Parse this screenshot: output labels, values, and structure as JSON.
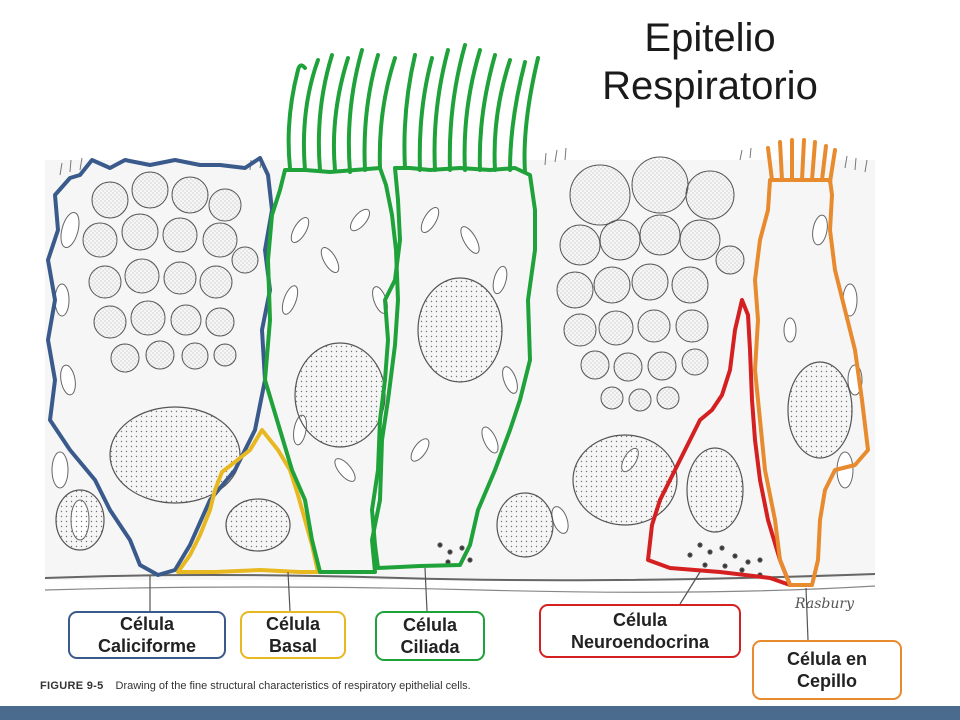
{
  "title": {
    "line1": "Epitelio",
    "line2": "Respiratorio"
  },
  "labels": {
    "caliciforme": {
      "line1": "Célula",
      "line2": "Caliciforme",
      "color": "#3a5a8c"
    },
    "basal": {
      "line1": "Célula",
      "line2": "Basal",
      "color": "#e8b820"
    },
    "ciliada": {
      "line1": "Célula",
      "line2": "Ciliada",
      "color": "#1fa23a"
    },
    "neuroendocrina": {
      "line1": "Célula",
      "line2": "Neuroendocrina",
      "color": "#d42020"
    },
    "cepillo": {
      "line1": "Célula en",
      "line2": "Cepillo",
      "color": "#e88a2e"
    }
  },
  "caption": {
    "figure": "FIGURE 9-5",
    "text": "Drawing of the fine structural characteristics of respiratory epithelial cells."
  },
  "signature": "Rasbury",
  "colors": {
    "bar": "#4a6a8e",
    "drawing": "#555555"
  }
}
